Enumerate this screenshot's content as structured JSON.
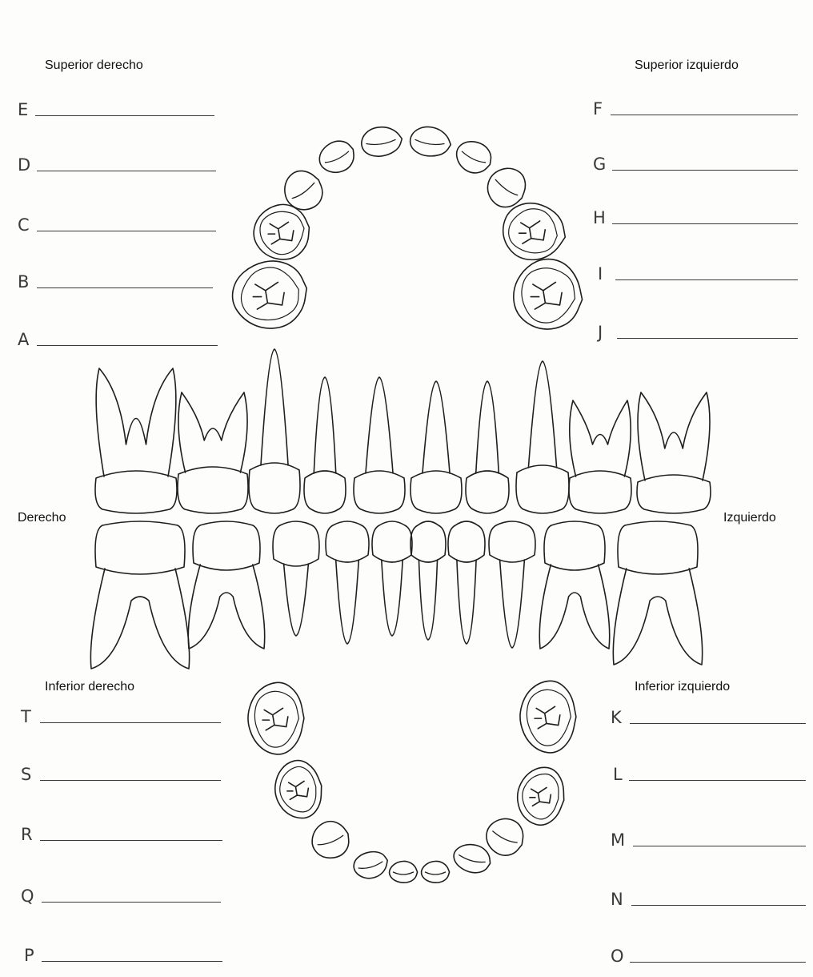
{
  "regions": {
    "upper_right": "Superior derecho",
    "upper_left": "Superior izquierdo",
    "right": "Derecho",
    "left": "Izquierdo",
    "lower_right": "Inferior derecho",
    "lower_left": "Inferior izquierdo"
  },
  "blanks": {
    "upper_right": [
      "E",
      "D",
      "C",
      "B",
      "A"
    ],
    "upper_left": [
      "F",
      "G",
      "H",
      "I",
      "J"
    ],
    "lower_right": [
      "T",
      "S",
      "R",
      "Q",
      "P"
    ],
    "lower_left": [
      "K",
      "L",
      "M",
      "N",
      "O"
    ]
  },
  "colors": {
    "ink": "#1e1e1e",
    "paper": "#fdfdfc"
  }
}
